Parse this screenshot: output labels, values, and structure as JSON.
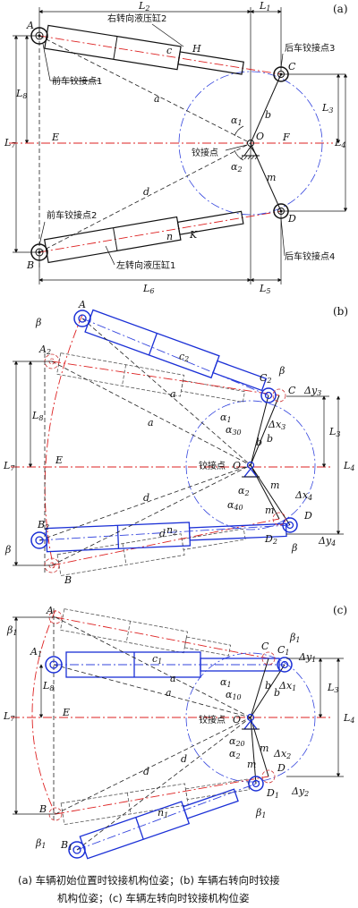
{
  "panels": {
    "a": {
      "tag": "(a)",
      "dims": {
        "L1": "L",
        "L1s": "1",
        "L2": "L",
        "L2s": "2",
        "L3": "L",
        "L3s": "3",
        "L4": "L",
        "L4s": "4",
        "L5": "L",
        "L5s": "5",
        "L6": "L",
        "L6s": "6",
        "L7": "L",
        "L7s": "7",
        "L8": "L",
        "L8s": "8"
      },
      "points": {
        "A": "A",
        "B": "B",
        "C": "C",
        "D": "D",
        "E": "E",
        "F": "F",
        "O": "O",
        "H": "H",
        "K": "K"
      },
      "segments": {
        "a": "a",
        "b": "b",
        "c": "c",
        "d": "d",
        "m": "m",
        "n": "n"
      },
      "angles": {
        "alpha1": "α",
        "alpha1s": "1",
        "alpha2": "α",
        "alpha2s": "2"
      },
      "callouts": {
        "right_cylinder": "右转向液压缸2",
        "left_cylinder": "左转向液压缸1",
        "front_hinge_1": "前车铰接点1",
        "front_hinge_2": "前车铰接点2",
        "rear_hinge_3": "后车铰接点3",
        "rear_hinge_4": "后车铰接点4",
        "hinge": "铰接点"
      }
    },
    "b": {
      "tag": "(b)",
      "labels": {
        "A": "A",
        "A2": "A",
        "A2s": "2",
        "B": "B",
        "B2": "B",
        "B2s": "2",
        "C": "C",
        "C2": "C",
        "C2s": "2",
        "D": "D",
        "D2": "D",
        "D2s": "2",
        "E": "E",
        "O": "O",
        "a": "a",
        "b": "b",
        "d": "d",
        "m": "m",
        "c2": "c",
        "c2s": "2",
        "n2": "n",
        "n2s": "2",
        "beta": "β",
        "L3": "L",
        "L3s": "3",
        "L4": "L",
        "L4s": "4",
        "L7": "L",
        "L7s": "7",
        "L8": "L",
        "L8s": "8",
        "dy3": "Δy",
        "dy3s": "3",
        "dx3": "Δx",
        "dx3s": "3",
        "dx4": "Δx",
        "dx4s": "4",
        "dy4": "Δy",
        "dy4s": "4",
        "alpha1": "α",
        "alpha1s": "1",
        "alpha30": "α",
        "alpha30s": "30",
        "alpha2": "α",
        "alpha2s": "2",
        "alpha40": "α",
        "alpha40s": "40",
        "hinge": "铰接点"
      }
    },
    "c": {
      "tag": "(c)",
      "labels": {
        "A": "A",
        "A1": "A",
        "A1s": "1",
        "B": "B",
        "B1": "B",
        "B1s": "1",
        "C": "C",
        "C1": "C",
        "C1s": "1",
        "D": "D",
        "D1": "D",
        "D1s": "1",
        "E": "E",
        "O": "O",
        "a": "a",
        "b": "b",
        "d": "d",
        "m": "m",
        "c1": "c",
        "c1s": "1",
        "n1": "n",
        "n1s": "1",
        "beta1": "β",
        "beta1s": "1",
        "L3": "L",
        "L3s": "3",
        "L4": "L",
        "L4s": "4",
        "L7": "L",
        "L7s": "7",
        "L8": "L",
        "L8s": "8",
        "dy1": "Δy",
        "dy1s": "1",
        "dx1": "Δx",
        "dx1s": "1",
        "dx2": "Δx",
        "dx2s": "2",
        "dy2": "Δy",
        "dy2s": "2",
        "alpha1": "α",
        "alpha1s": "1",
        "alpha10": "α",
        "alpha10s": "10",
        "alpha2": "α",
        "alpha2s": "2",
        "alpha20": "α",
        "alpha20s": "20",
        "hinge": "铰接点"
      }
    }
  },
  "caption": {
    "line1": "(a)  车辆初始位置时铰接机构位姿；(b)  车辆右转向时铰接",
    "line2": "机构位姿；(c)  车辆左转向时铰接机构位姿"
  }
}
